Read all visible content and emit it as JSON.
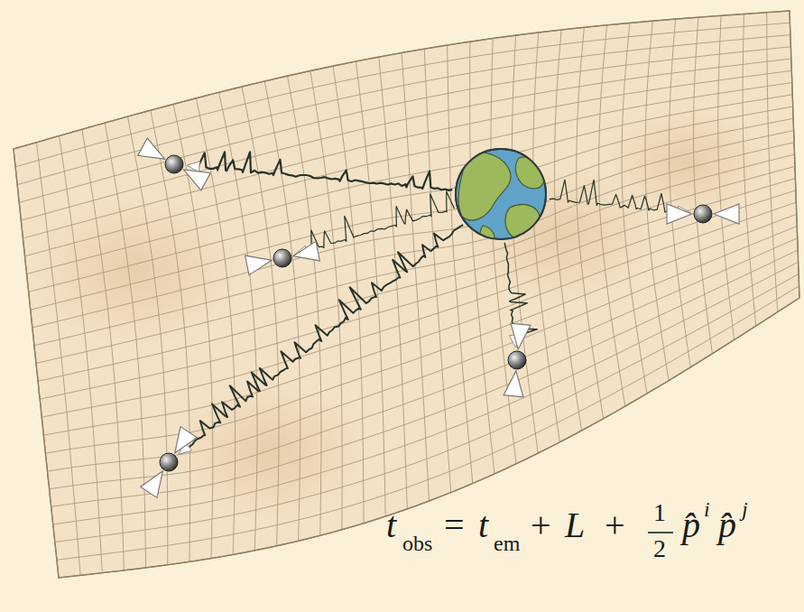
{
  "diagram": {
    "labels": [
      "t",
      "obs",
      "=",
      "t",
      "em",
      "+",
      "L",
      "+",
      "1",
      "2",
      "p̂",
      "i",
      "p̂",
      "j"
    ]
  }
}
